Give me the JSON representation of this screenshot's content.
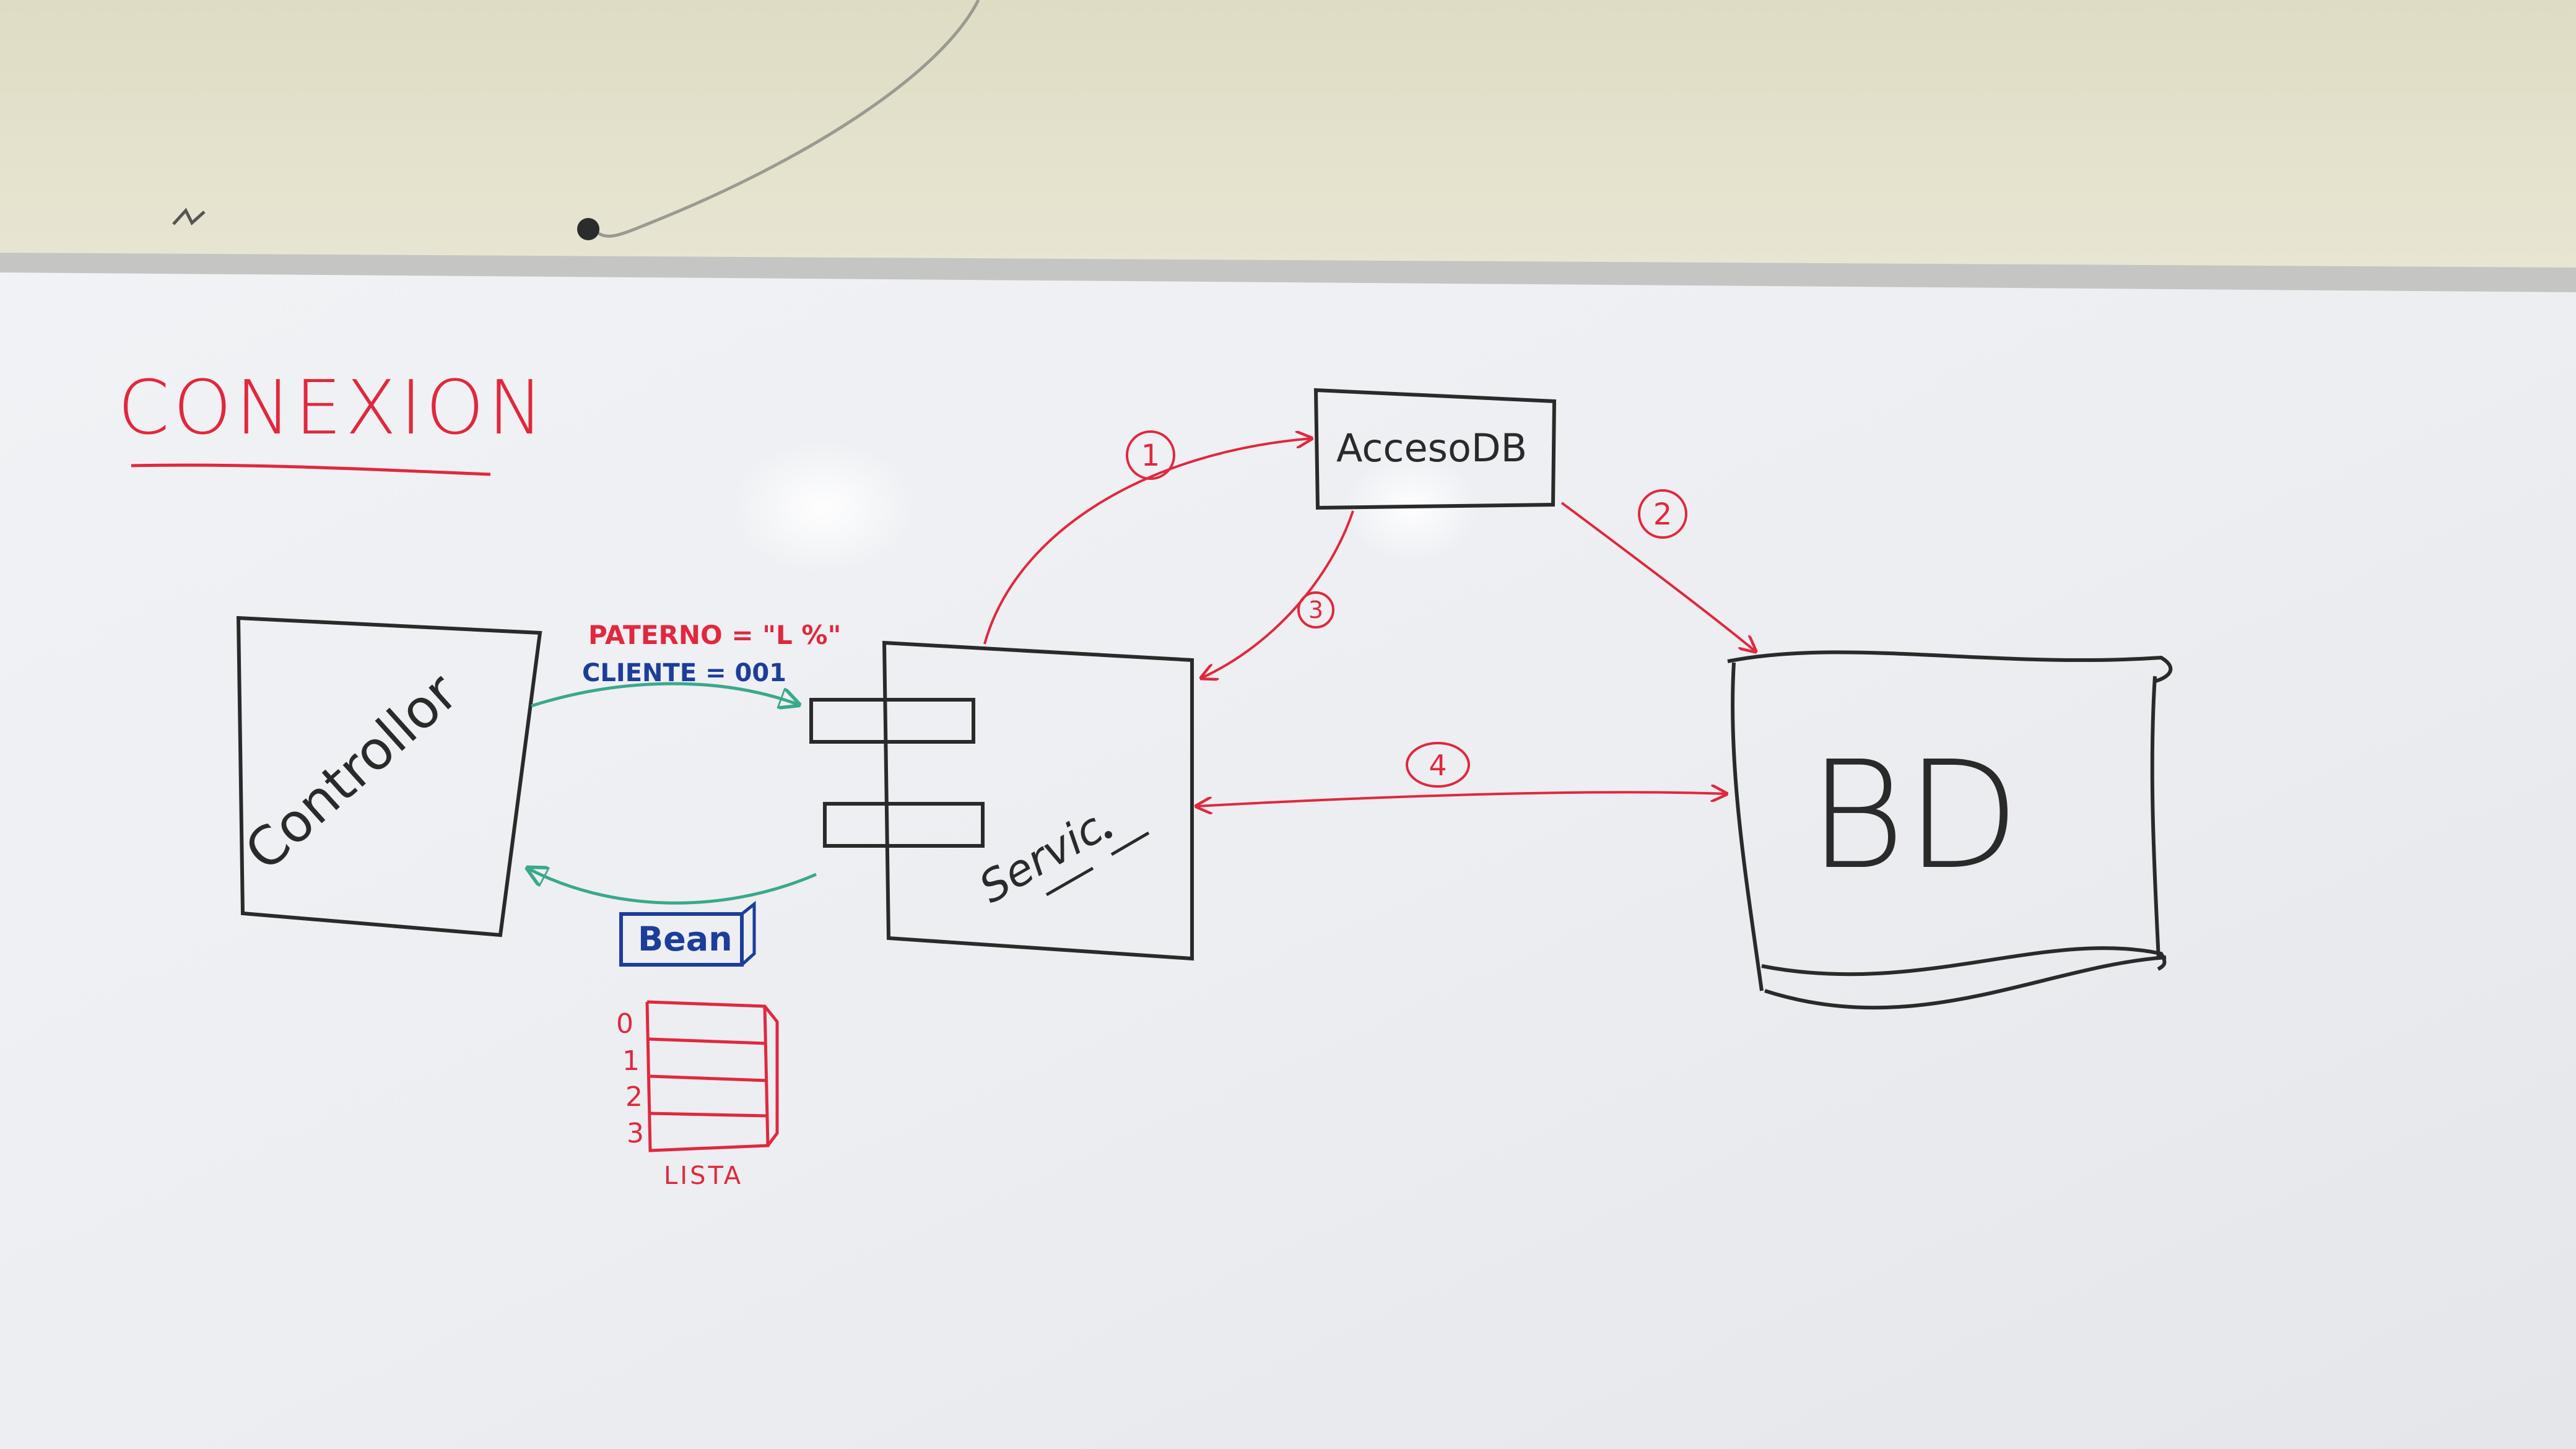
{
  "whiteboard": {
    "title": "CONEXION",
    "controller_label": "Controllor",
    "service_label": "Servic",
    "accesodb_label": "AccesoDB",
    "bd_label": "BD",
    "param_paterno": "PATERNO = \"L %\"",
    "param_cliente": "CLIENTE = 001",
    "bean_label": "Bean",
    "lista_label": "LISTA",
    "lista_indexes": [
      "0",
      "1",
      "2",
      "3"
    ],
    "step_labels": [
      "1",
      "2",
      "3",
      "4"
    ]
  },
  "colors": {
    "red_marker": "#e0283e",
    "black_marker": "#2a2a2a",
    "blue_marker": "#1d3d9a",
    "teal_marker": "#3aa88c",
    "board": "#eef0f3",
    "wall": "#e3e1cc"
  }
}
